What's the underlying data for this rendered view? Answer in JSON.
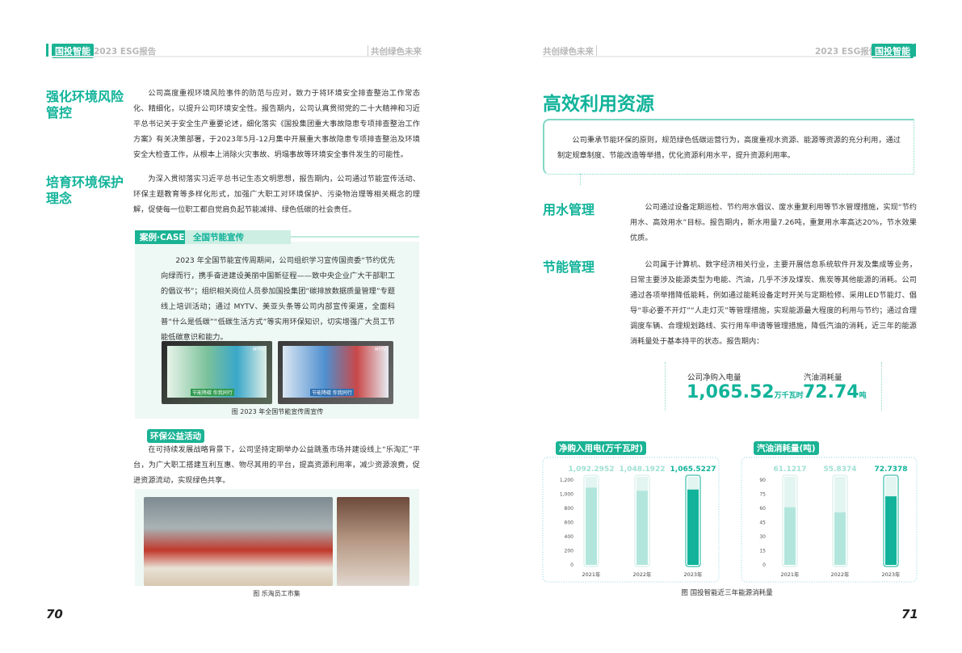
{
  "header_left": {
    "brand": "国投智能",
    "report": "2023 ESG报告",
    "slogan": "共创绿色未来"
  },
  "header_right": {
    "brand": "国投智能",
    "report": "2023 ESG报告",
    "slogan": "共创绿色未来"
  },
  "left": {
    "sections": [
      {
        "title": "强化环境风险管控",
        "text": "公司高度重视环境风险事件的防范与应对，致力于将环境安全排查整治工作常态化、精细化，以提升公司环境安全性。报告期内，公司认真贯彻党的二十大精神和习近平总书记关于安全生产重要论述，细化落实《国投集团重大事故隐患专项排查整治工作方案》有关决策部署，于2023年5月-12月集中开展重大事故隐患专项排查整治及环境安全大检查工作，从根本上消除火灾事故、坍塌事故等环境安全事件发生的可能性。"
      },
      {
        "title": "培育环境保护理念",
        "text": "为深入贯彻落实习近平总书记生态文明思想，报告期内，公司通过节能宣传活动、环保主题教育等多样化形式，加强广大职工对环境保护、污染物治理等相关概念的理解，促使每一位职工都自觉肩负起节能减排、绿色低碳的社会责任。"
      }
    ],
    "case": {
      "tag": "案例·CASE",
      "title": "全国节能宣传",
      "text": "2023 年全国节能宣传周期间，公司组织学习宣传国资委“节约优先向绿而行，携手奋进建设美丽中国新征程——致中央企业广大干部职工的倡议书”；组织相关岗位人员参加国投集团“碳排放数据质量管理”专题线上培训活动；通过 MYTV、美亚头条等公司内部宣传渠道，全面科普“什么是低碳”“低碳生活方式”等实用环保知识，切实增强广大员工节能低碳意识和能力。",
      "screen_text": "节能降碳 你我同行",
      "screen_logo": "MYTV",
      "caption": "图 2023 年全国节能宣传周宣传"
    },
    "activity": {
      "title": "环保公益活动",
      "text": "在可持续发展战略背景下，公司坚持定期举办公益跳蚤市场并建设线上“乐淘汇”平台，为广大职工搭建互利互惠、物尽其用的平台，提高资源利用率，减少资源浪费，促进资源流动，实现绿色共享。",
      "caption": "图 乐淘员工市集"
    },
    "page_number": "70"
  },
  "right": {
    "title": "高效利用资源",
    "intro": "公司秉承节能环保的原则，规范绿色低碳运营行为，高度重视水资源、能源等资源的充分利用，通过制定规章制度、节能改造等举措，优化资源利用水平，提升资源利用率。",
    "water": {
      "title": "用水管理",
      "text": "公司通过设备定期巡检、节约用水倡议、废水重复利用等节水管理措施，实现“节约用水、高效用水”目标。报告期内，新水用量7.26吨，重复用水率高达20%，节水效果优质。"
    },
    "energy": {
      "title": "节能管理",
      "text": "公司属于计算机、数字经济相关行业，主要开展信息系统软件开发及集成等业务，日常主要涉及能源类型为电能、汽油，几乎不涉及煤炭、焦炭等其他能源的消耗。公司通过各项举措降低能耗，例如通过能耗设备定时开关与定期检修、采用LED节能灯、倡导“非必要不开灯”“人走灯灭”等管理措施，实现能源最大程度的利用与节约；通过合理调度车辆、合理规划路线、实行用车申请等管理措施，降低汽油的消耗，近三年的能源消耗量处于基本持平的状态。报告期内："
    },
    "kpis": [
      {
        "label": "公司净购入电量",
        "value": "1,065.52",
        "unit": "万千瓦时"
      },
      {
        "label": "汽油消耗量",
        "value": "72.74",
        "unit": "吨"
      }
    ],
    "caption": "图 国投智能近三年能源消耗量",
    "page_number": "71"
  },
  "chart_data": [
    {
      "type": "bar",
      "title": "净购入用电(万千瓦时)",
      "categories": [
        "2021年",
        "2022年",
        "2023年"
      ],
      "values": [
        1092.2952,
        1048.1922,
        1065.5227
      ],
      "labels": [
        "1,092.2952",
        "1,048.1922",
        "1,065.5227"
      ],
      "yticks": [
        "0",
        "200",
        "400",
        "600",
        "800",
        "1,000",
        "1,200"
      ],
      "tickvals": [
        0,
        200,
        400,
        600,
        800,
        1000,
        1200
      ],
      "ylim": [
        0,
        1200
      ],
      "highlight": "#12b39a",
      "base": "#b2e6dd"
    },
    {
      "type": "bar",
      "title": "汽油消耗量(吨)",
      "categories": [
        "2021年",
        "2022年",
        "2023年"
      ],
      "values": [
        61.1217,
        55.8374,
        72.7378
      ],
      "labels": [
        "61.1217",
        "55.8374",
        "72.7378"
      ],
      "yticks": [
        "0",
        "15",
        "30",
        "45",
        "60",
        "75",
        "90"
      ],
      "tickvals": [
        0,
        15,
        30,
        45,
        60,
        75,
        90
      ],
      "ylim": [
        0,
        90
      ],
      "highlight": "#12b39a",
      "base": "#b2e6dd"
    }
  ]
}
